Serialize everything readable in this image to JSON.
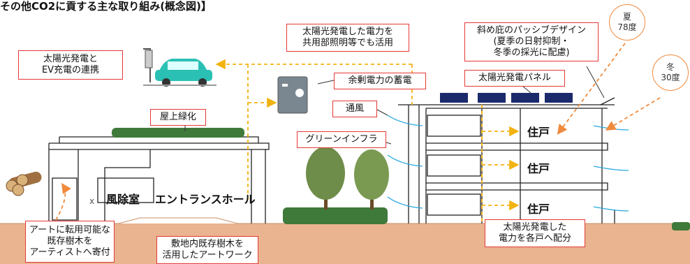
{
  "title": "その他CO2に貢する主な取り組み(概念図)】",
  "labels": {
    "ev": [
      "太陽光発電と",
      "EV充電の連携"
    ],
    "common_power": [
      "太陽光発電した電力を",
      "共用部照明等でも活用"
    ],
    "eaves": [
      "斜め庇のパッシブデザイン",
      "(夏季の日射抑制・",
      "冬季の採光に配慮)"
    ],
    "storage": "余剰電力の蓄電",
    "solar_panel": "太陽光発電パネル",
    "rooftop_green": "屋上緑化",
    "ventilation": "通風",
    "green_infra": "グリーンインフラ",
    "art_donate": [
      "アートに転用可能な",
      "既存樹木を",
      "アーティストへ寄付"
    ],
    "artwork": [
      "敷地内既存樹木を",
      "活用したアートワーク"
    ],
    "distribute": [
      "太陽光発電した",
      "電力を各戸へ配分"
    ]
  },
  "angles": {
    "summer": [
      "夏",
      "78度"
    ],
    "winter": [
      "冬",
      "30度"
    ]
  },
  "rooms": {
    "windbreak": "風除室",
    "entrance": "エントランスホール",
    "unit": "住戸"
  },
  "colors": {
    "label_border": "#e53935",
    "power_line": "#f2b312",
    "sun_arrow": "#f08a3c",
    "wind": "#29a8e0",
    "ground": "#e9b48f",
    "car": "#2bc0b4",
    "hedge": "#3f7a3a",
    "panel": "#1b2a6b"
  }
}
